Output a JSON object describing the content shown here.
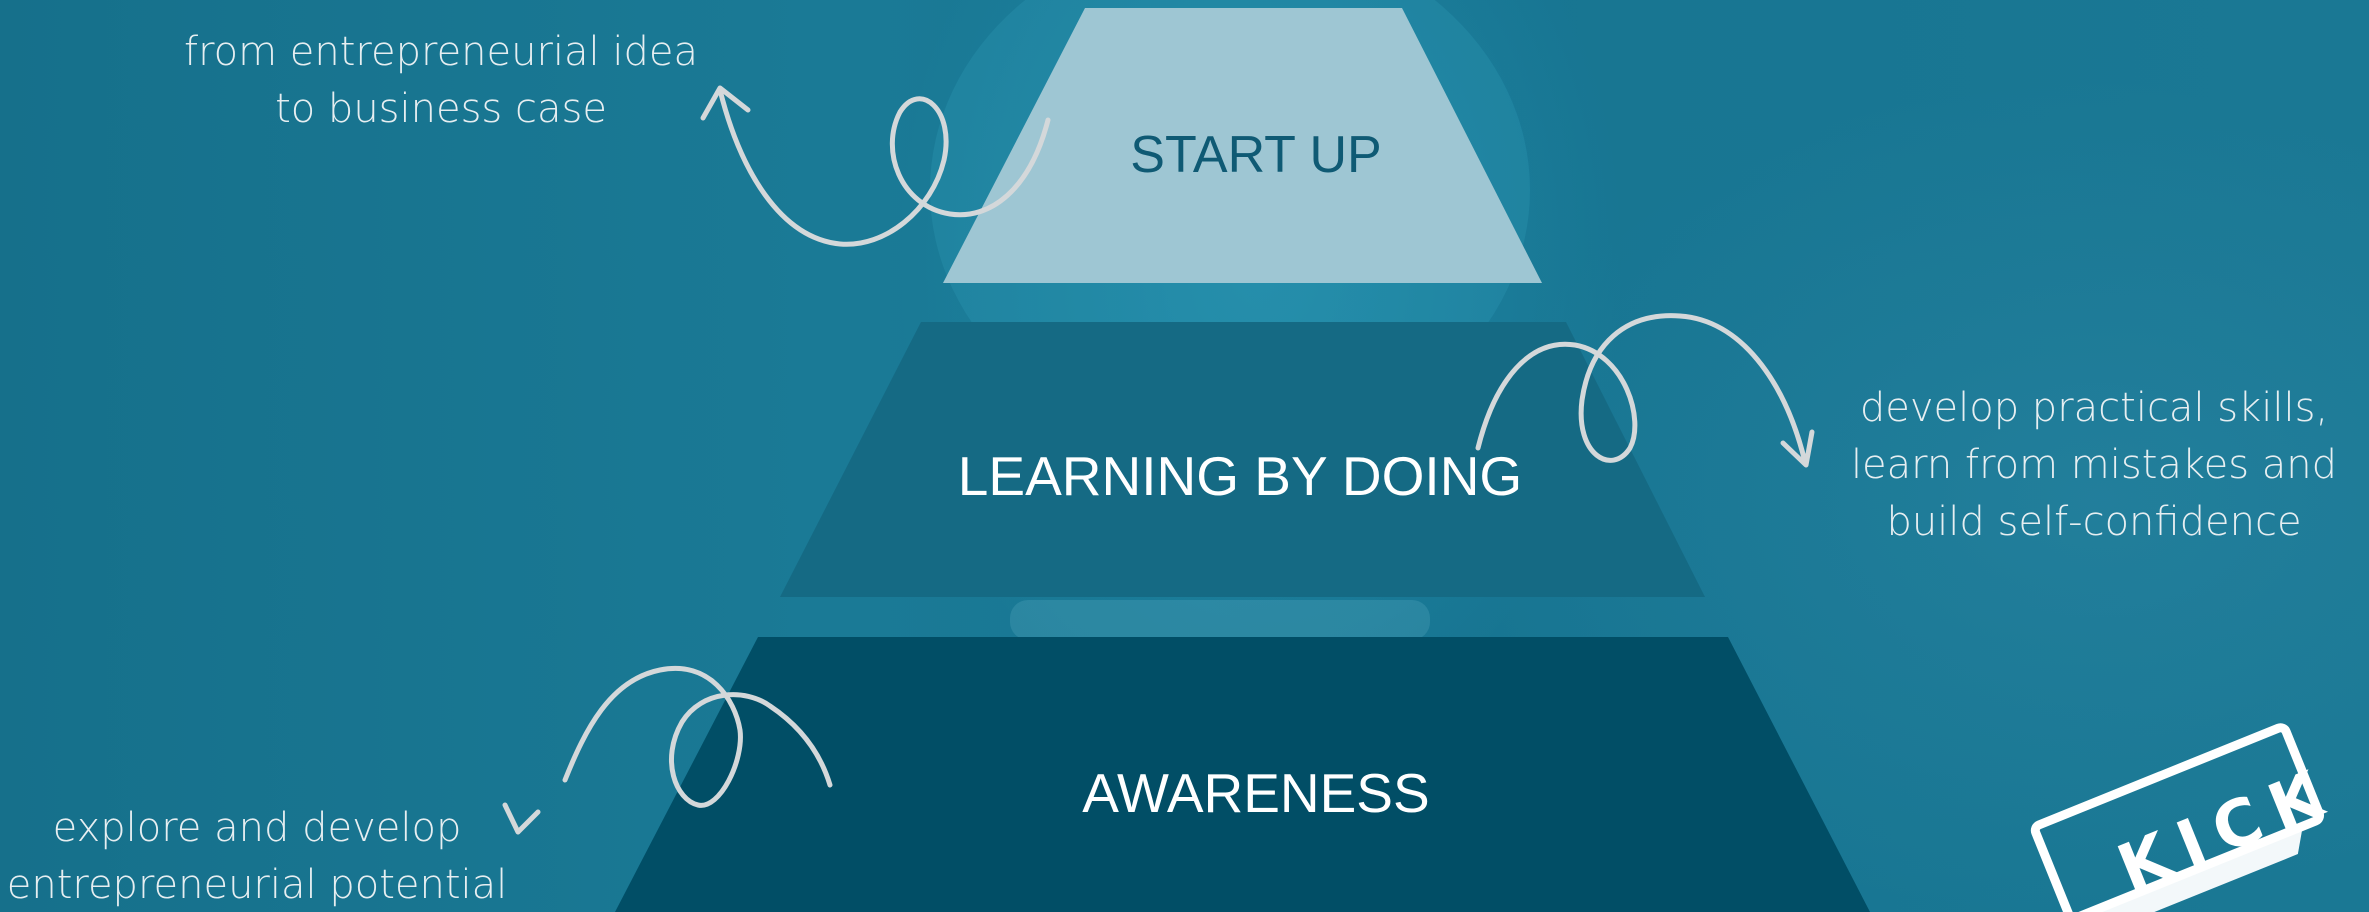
{
  "diagram": {
    "tiers": [
      {
        "label": "START UP",
        "fill": "#9ec6d3",
        "text_color": "#0f5a74"
      },
      {
        "label": "LEARNING BY DOING",
        "fill": "#156a84",
        "text_color": "#ffffff"
      },
      {
        "label": "AWARENESS",
        "fill": "#014e66",
        "text_color": "#ffffff"
      }
    ],
    "notes": {
      "startup": [
        "from entrepreneurial idea",
        "to business case"
      ],
      "learning": [
        "develop practical skills,",
        "learn from mistakes and",
        "build self-confidence"
      ],
      "awareness": [
        "explore and develop",
        "entrepreneurial potential"
      ]
    },
    "logo_text": "KICK",
    "colors": {
      "background": "#15748f",
      "arrow": "#d4d8da",
      "note_text": "#e6eef1",
      "logo": "#ffffff"
    },
    "icons": {
      "startup_arrow": "curly-arrow-up-left-icon",
      "learning_arrow": "curly-arrow-down-right-icon",
      "awareness_arrow": "curly-arrow-down-left-icon",
      "logo": "kick-stamp-logo"
    }
  }
}
